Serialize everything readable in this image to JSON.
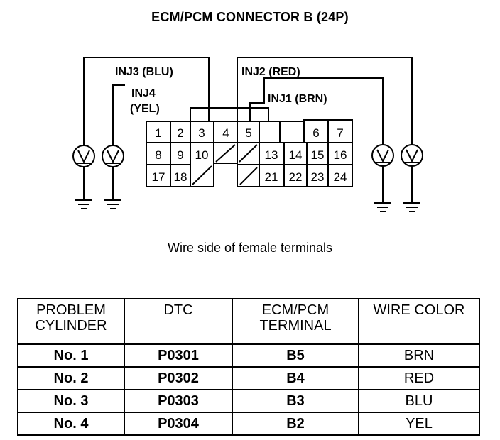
{
  "title": "ECM/PCM CONNECTOR B (24P)",
  "caption": "Wire side of female terminals",
  "wire_labels": {
    "inj3": "INJ3 (BLU)",
    "inj2": "INJ2 (RED)",
    "inj1": "INJ1 (BRN)",
    "inj4_line1": "INJ4",
    "inj4_line2": "(YEL)"
  },
  "connector": {
    "pins_row1": [
      "1",
      "2",
      "3",
      "4",
      "5",
      "6",
      "7"
    ],
    "pins_row2": [
      "8",
      "9",
      "10",
      "13",
      "14",
      "15",
      "16"
    ],
    "pins_row3": [
      "17",
      "18",
      "21",
      "22",
      "23",
      "24"
    ]
  },
  "table": {
    "headers": [
      "PROBLEM CYLINDER",
      "DTC",
      "ECM/PCM TERMINAL",
      "WIRE COLOR"
    ],
    "rows": [
      [
        "No. 1",
        "P0301",
        "B5",
        "BRN"
      ],
      [
        "No. 2",
        "P0302",
        "B4",
        "RED"
      ],
      [
        "No. 3",
        "P0303",
        "B3",
        "BLU"
      ],
      [
        "No. 4",
        "P0304",
        "B2",
        "YEL"
      ]
    ]
  }
}
